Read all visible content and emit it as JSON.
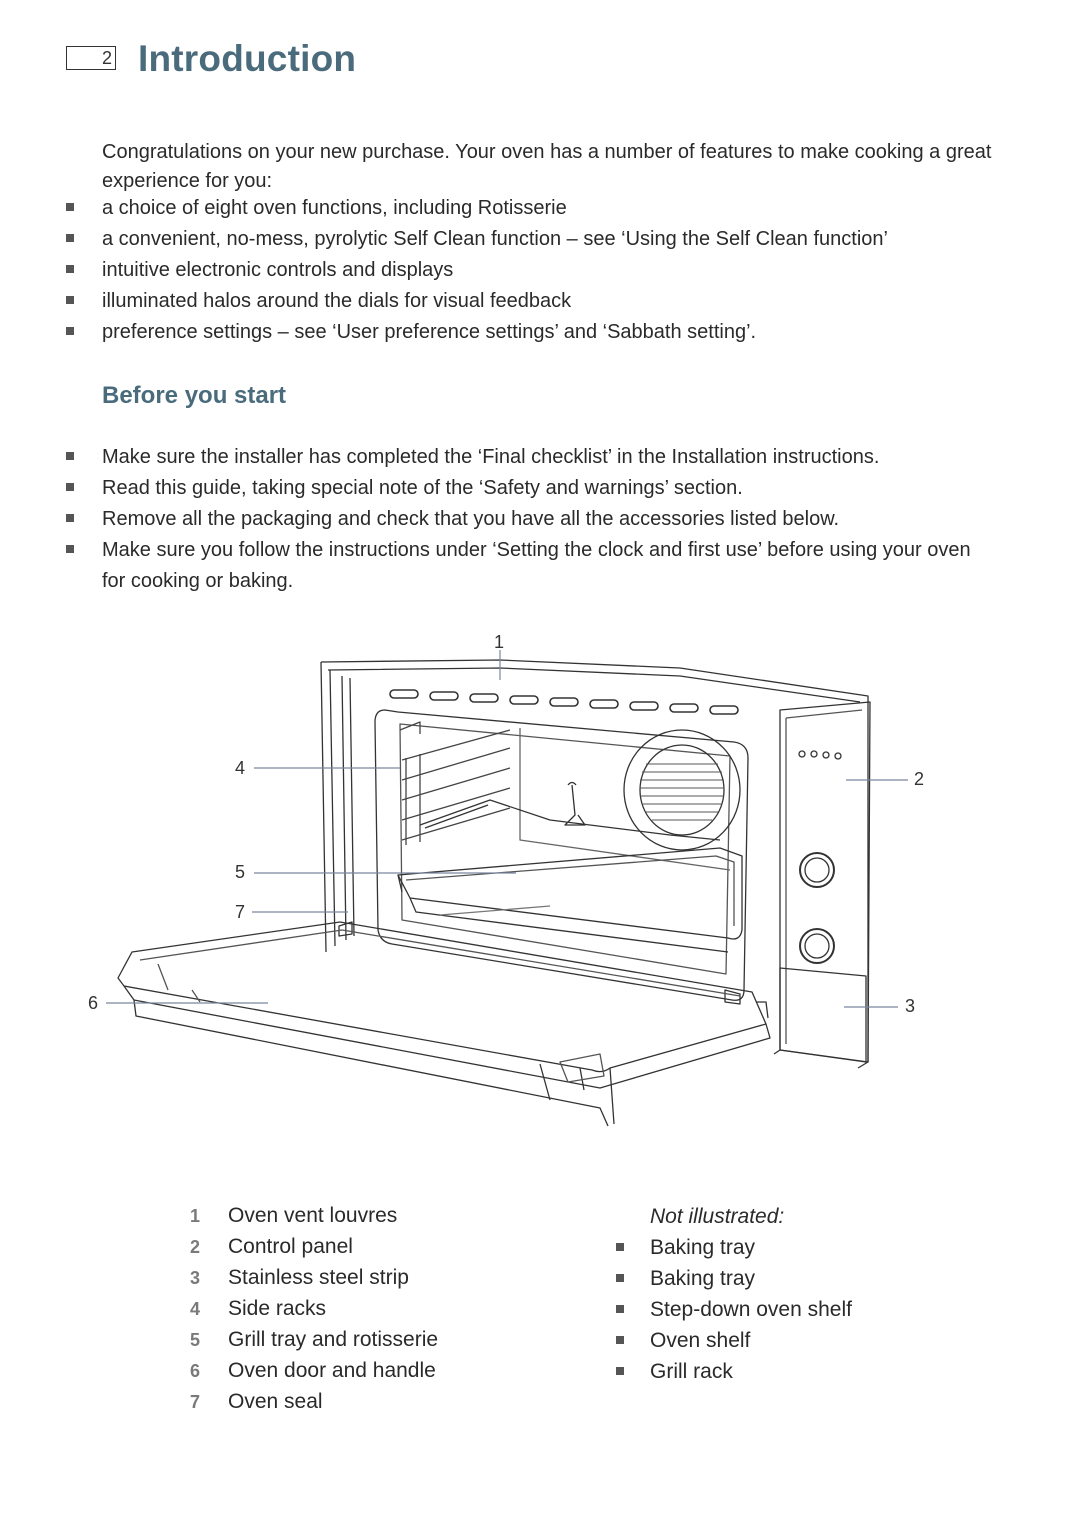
{
  "header": {
    "page_number": "2",
    "title": "Introduction"
  },
  "intro": {
    "paragraph": "Congratulations on your new purchase. Your oven has a number of features to make cooking a great experience for you:",
    "features": [
      "a choice of eight oven functions, including Rotisserie",
      "a convenient, no-mess, pyrolytic Self Clean function – see ‘Using the Self Clean function’",
      "intuitive electronic controls and displays",
      "illuminated halos around the dials for visual feedback",
      "preference settings – see ‘User preference settings’ and ‘Sabbath setting’."
    ]
  },
  "before_start": {
    "heading": "Before you start",
    "items": [
      "Make sure the installer has completed the ‘Final checklist’ in the Installation instructions.",
      "Read this guide, taking special note of the ‘Safety and warnings’ section.",
      "Remove all the packaging and check that you have all the accessories listed below.",
      "Make sure you follow the instructions under ‘Setting the clock and first use’ before using your oven for cooking or baking."
    ]
  },
  "figure": {
    "callouts": [
      "1",
      "2",
      "3",
      "4",
      "5",
      "6",
      "7"
    ]
  },
  "parts": [
    {
      "num": "1",
      "label": "Oven vent louvres"
    },
    {
      "num": "2",
      "label": "Control panel"
    },
    {
      "num": "3",
      "label": "Stainless steel strip"
    },
    {
      "num": "4",
      "label": "Side racks"
    },
    {
      "num": "5",
      "label": "Grill tray and rotisserie"
    },
    {
      "num": "6",
      "label": "Oven door and handle"
    },
    {
      "num": "7",
      "label": "Oven seal"
    }
  ],
  "not_illustrated": {
    "heading": "Not illustrated:",
    "items": [
      "Baking tray",
      "Baking tray",
      "Step-down oven shelf",
      "Oven shelf",
      "Grill rack"
    ]
  }
}
